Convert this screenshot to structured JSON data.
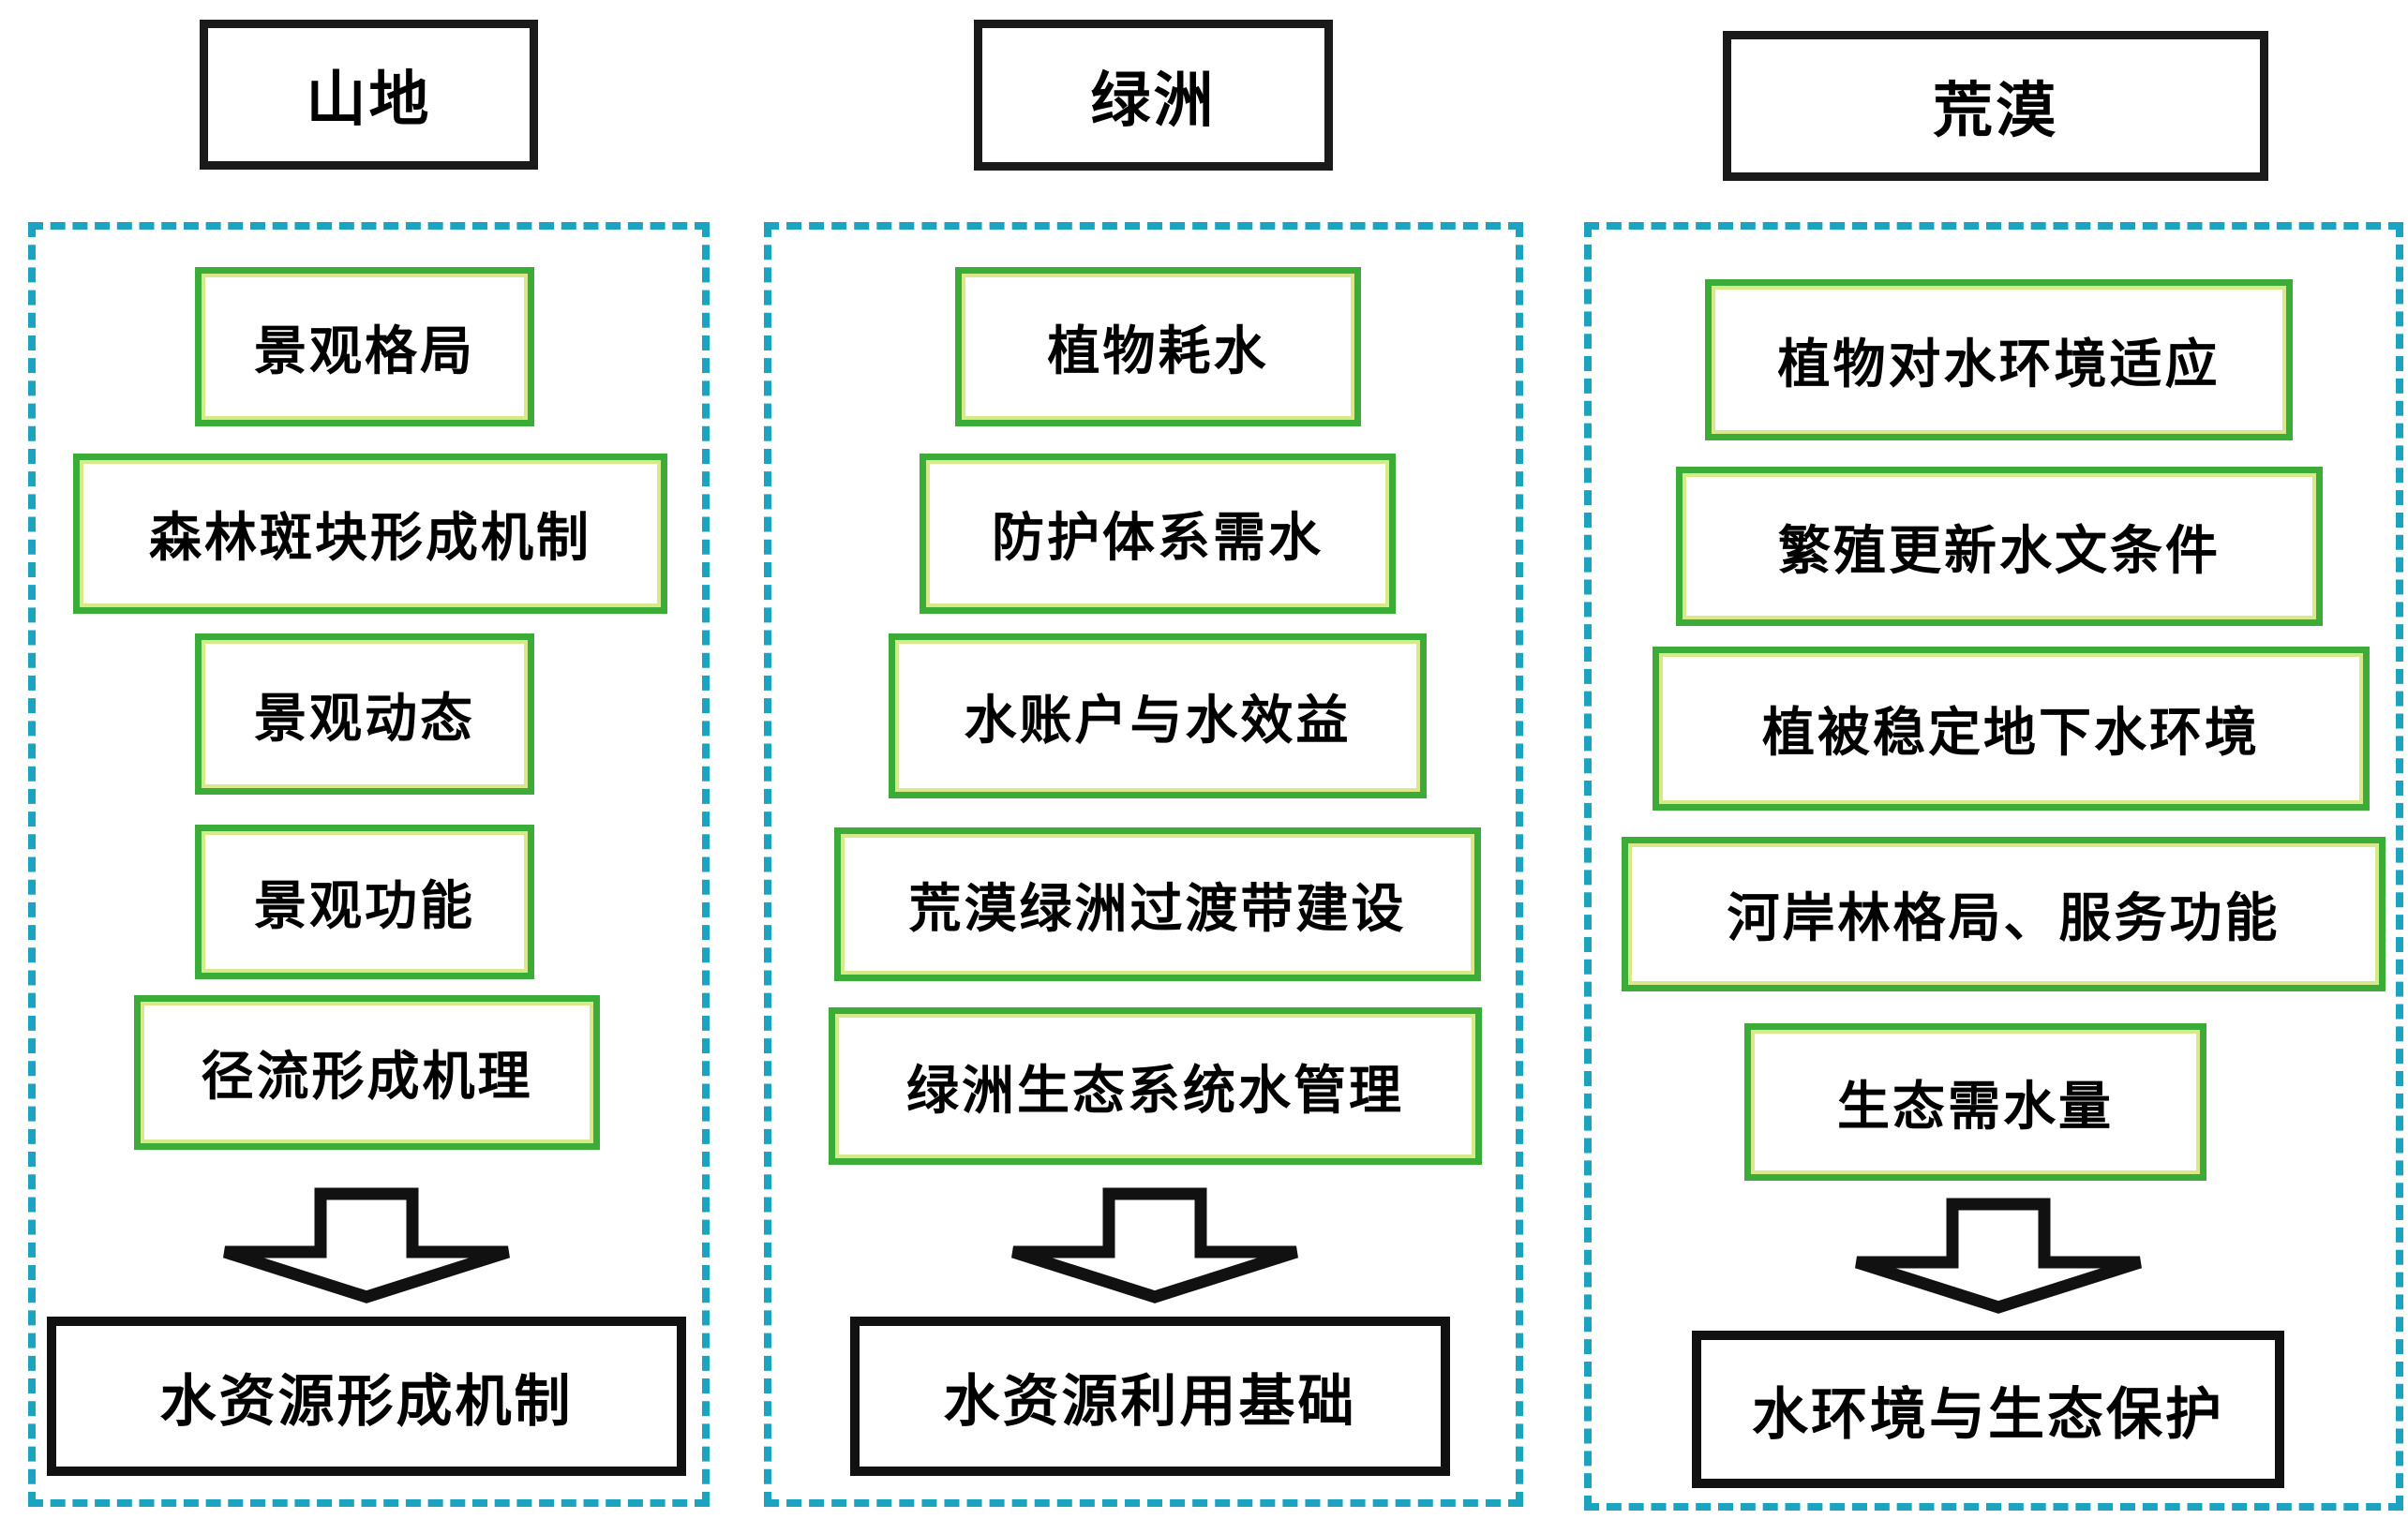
{
  "diagram": {
    "columns": [
      {
        "header": "山地",
        "items": [
          "景观格局",
          "森林斑块形成机制",
          "景观动态",
          "景观功能",
          "径流形成机理"
        ],
        "result": "水资源形成机制"
      },
      {
        "header": "绿洲",
        "items": [
          "植物耗水",
          "防护体系需水",
          "水账户与水效益",
          "荒漠绿洲过渡带建设",
          "绿洲生态系统水管理"
        ],
        "result": "水资源利用基础"
      },
      {
        "header": "荒漠",
        "items": [
          "植物对水环境适应",
          "繁殖更新水文条件",
          "植被稳定地下水环境",
          "河岸林格局、服务功能",
          "生态需水量"
        ],
        "result": "水环境与生态保护"
      }
    ],
    "colors": {
      "item_border_green": "#3bac37",
      "item_inner_highlight": "#d8e98a",
      "panel_dashed_teal": "#1ca3bf",
      "header_border_black": "#1a1a1a",
      "text": "#000000"
    }
  }
}
